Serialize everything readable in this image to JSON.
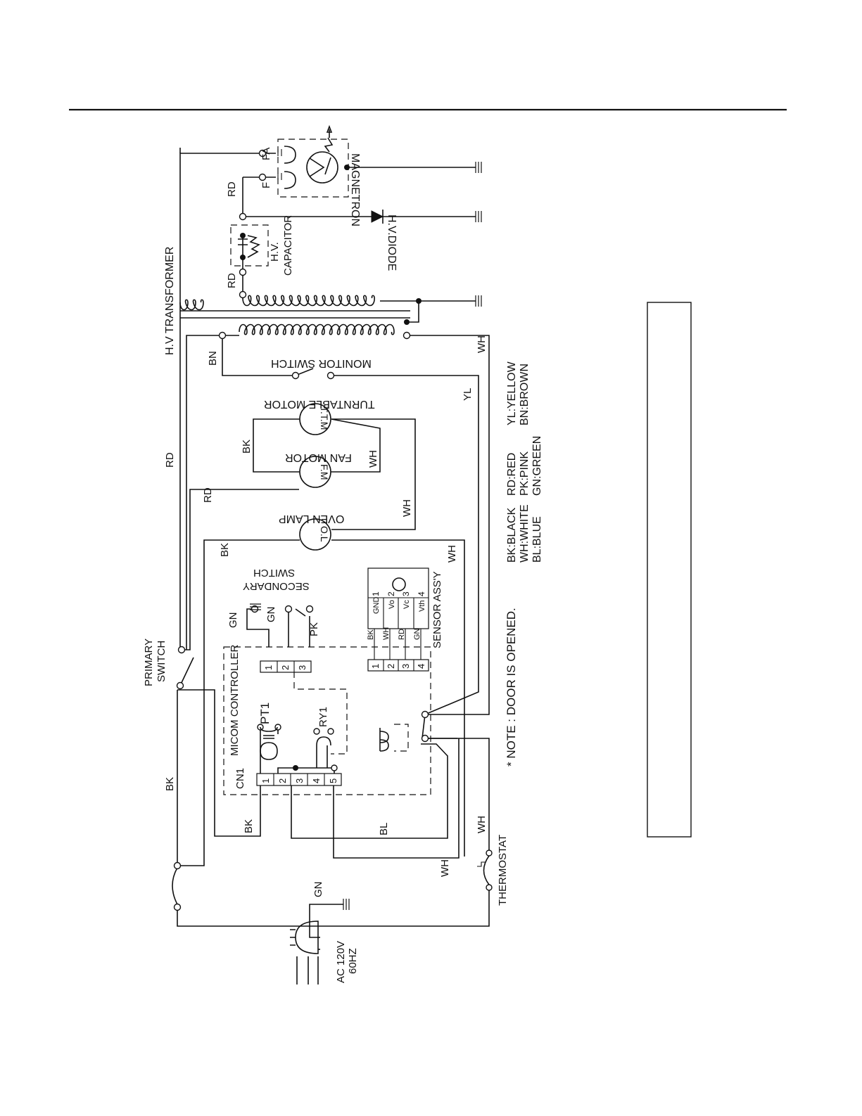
{
  "components": {
    "hv_transformer": "H.V TRANSFORMER",
    "magnetron": "MAGNETRON",
    "hv_capacitor_line1": "H.V.",
    "hv_capacitor_line2": "CAPACITOR",
    "hv_diode": "H.V.DIODE",
    "monitor_switch": "MONITOR SWITCH",
    "turntable_motor": "TURNTABLE MOTOR",
    "turntable_symbol": "T.T.M",
    "fan_motor": "FAN MOTOR",
    "fan_symbol": "F.M",
    "oven_lamp": "OVEN LAMP",
    "oven_lamp_symbol": "O.L",
    "secondary_switch_line1": "SECONDARY",
    "secondary_switch_line2": "SWITCH",
    "primary_switch_line1": "PRIMARY",
    "primary_switch_line2": "SWITCH",
    "micom_controller": "MICOM CONTROLLER",
    "cn1": "CN1",
    "pt1": "PT1",
    "ry1": "RY1",
    "sensor_assy": "SENSOR ASS'Y",
    "thermostat": "THERMOSTAT",
    "power_line1": "AC 120V",
    "power_line2": "60HZ",
    "magnetron_f": "F",
    "magnetron_fa": "FA"
  },
  "sensor_pins": [
    "GND",
    "Vo",
    "Vc",
    "Vth"
  ],
  "connector_numbers": {
    "cn1": [
      "1",
      "2",
      "3",
      "4",
      "5"
    ],
    "three": [
      "1",
      "2",
      "3"
    ],
    "four": [
      "1",
      "2",
      "3",
      "4"
    ]
  },
  "wire_labels": {
    "rd_top": "RD",
    "rd_cap": "RD",
    "rd_main": "RD",
    "rd_fan": "RD",
    "bn": "BN",
    "bk_fan": "BK",
    "bk_lamp": "BK",
    "bk_main": "BK",
    "bk_cn1": "BK",
    "wh_fan": "WH",
    "wh_lamp": "WH",
    "wh_relay": "WH",
    "wh_transformer": "WH",
    "wh_thermo_right": "WH",
    "wh_thermo_left": "WH",
    "yl": "YL",
    "gn_sw1": "GN",
    "gn_sw2": "GN",
    "gn_plug": "GN",
    "pk": "PK",
    "bl": "BL",
    "s_bk": "BK",
    "s_wh": "WH",
    "s_rd": "RD",
    "s_gn": "GN"
  },
  "note": "* NOTE : DOOR IS OPENED.",
  "legend": {
    "col1": [
      "BK:BLACK",
      "WH:WHITE",
      "BL:BLUE"
    ],
    "col2": [
      "RD:RED",
      "PK:PINK",
      "GN:GREEN"
    ],
    "col3": [
      "YL:YELLOW",
      "BN:BROWN"
    ]
  }
}
